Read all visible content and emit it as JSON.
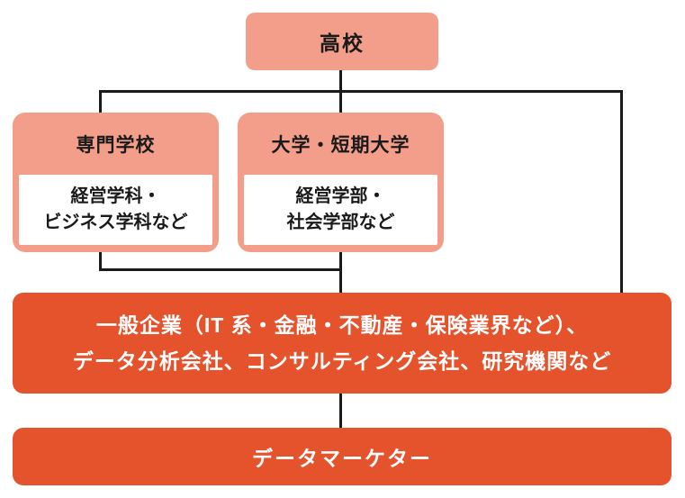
{
  "diagram": {
    "title_semantic": "data-marketer-career-path",
    "colors": {
      "node_salmon": "#F39E8A",
      "node_orange": "#E5532D",
      "connector": "#1a1a1a",
      "inner_box": "#ffffff",
      "text_dark": "#1a1a1a",
      "text_light": "#ffffff"
    },
    "nodes": {
      "highschool": {
        "label": "高校"
      },
      "vocational": {
        "title": "専門学校",
        "detail_line1": "経営学科・",
        "detail_line2": "ビジネス学科など"
      },
      "university": {
        "title": "大学・短期大学",
        "detail_line1": "経営学部・",
        "detail_line2": "社会学部など"
      },
      "employers": {
        "line1": "一般企業（IT 系・金融・不動産・保険業界など）、",
        "line2": "データ分析会社、コンサルティング会社、研究機関など"
      },
      "role": {
        "label": "データマーケター"
      }
    }
  }
}
